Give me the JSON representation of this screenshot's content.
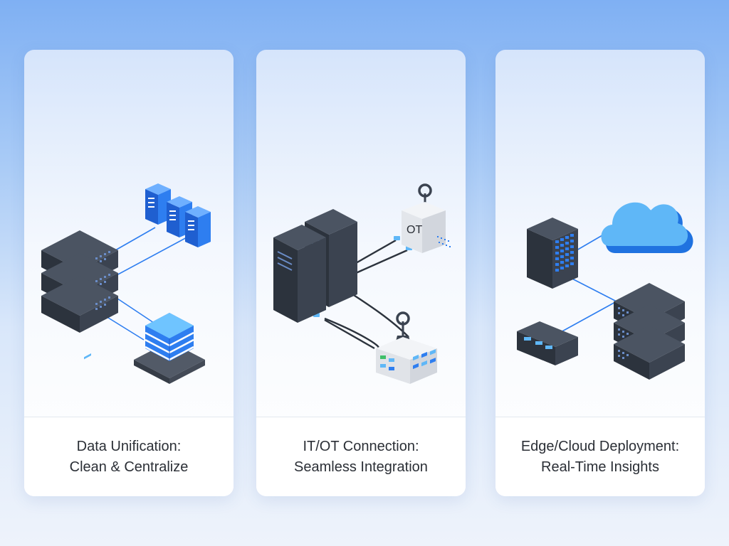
{
  "colors": {
    "accent_blue": "#2e7ef0",
    "light_blue": "#5fb7f7",
    "server_dark": "#3b4350",
    "background_top": "#7fb0f3"
  },
  "cards": [
    {
      "title": "Data Unification:",
      "subtitle": "Clean & Centralize"
    },
    {
      "title": "IT/OT Connection:",
      "subtitle": "Seamless Integration",
      "ot_label": "OT"
    },
    {
      "title": "Edge/Cloud Deployment:",
      "subtitle": "Real-Time Insights"
    }
  ],
  "icons": {
    "card1": [
      "server-rack-icon",
      "blue-server-towers-icon",
      "database-stack-icon"
    ],
    "card2": [
      "tower-servers-icon",
      "ot-device-icon",
      "network-switch-icon"
    ],
    "card3": [
      "server-cabinet-icon",
      "cloud-icon",
      "edge-device-icon",
      "server-rack-icon"
    ]
  }
}
